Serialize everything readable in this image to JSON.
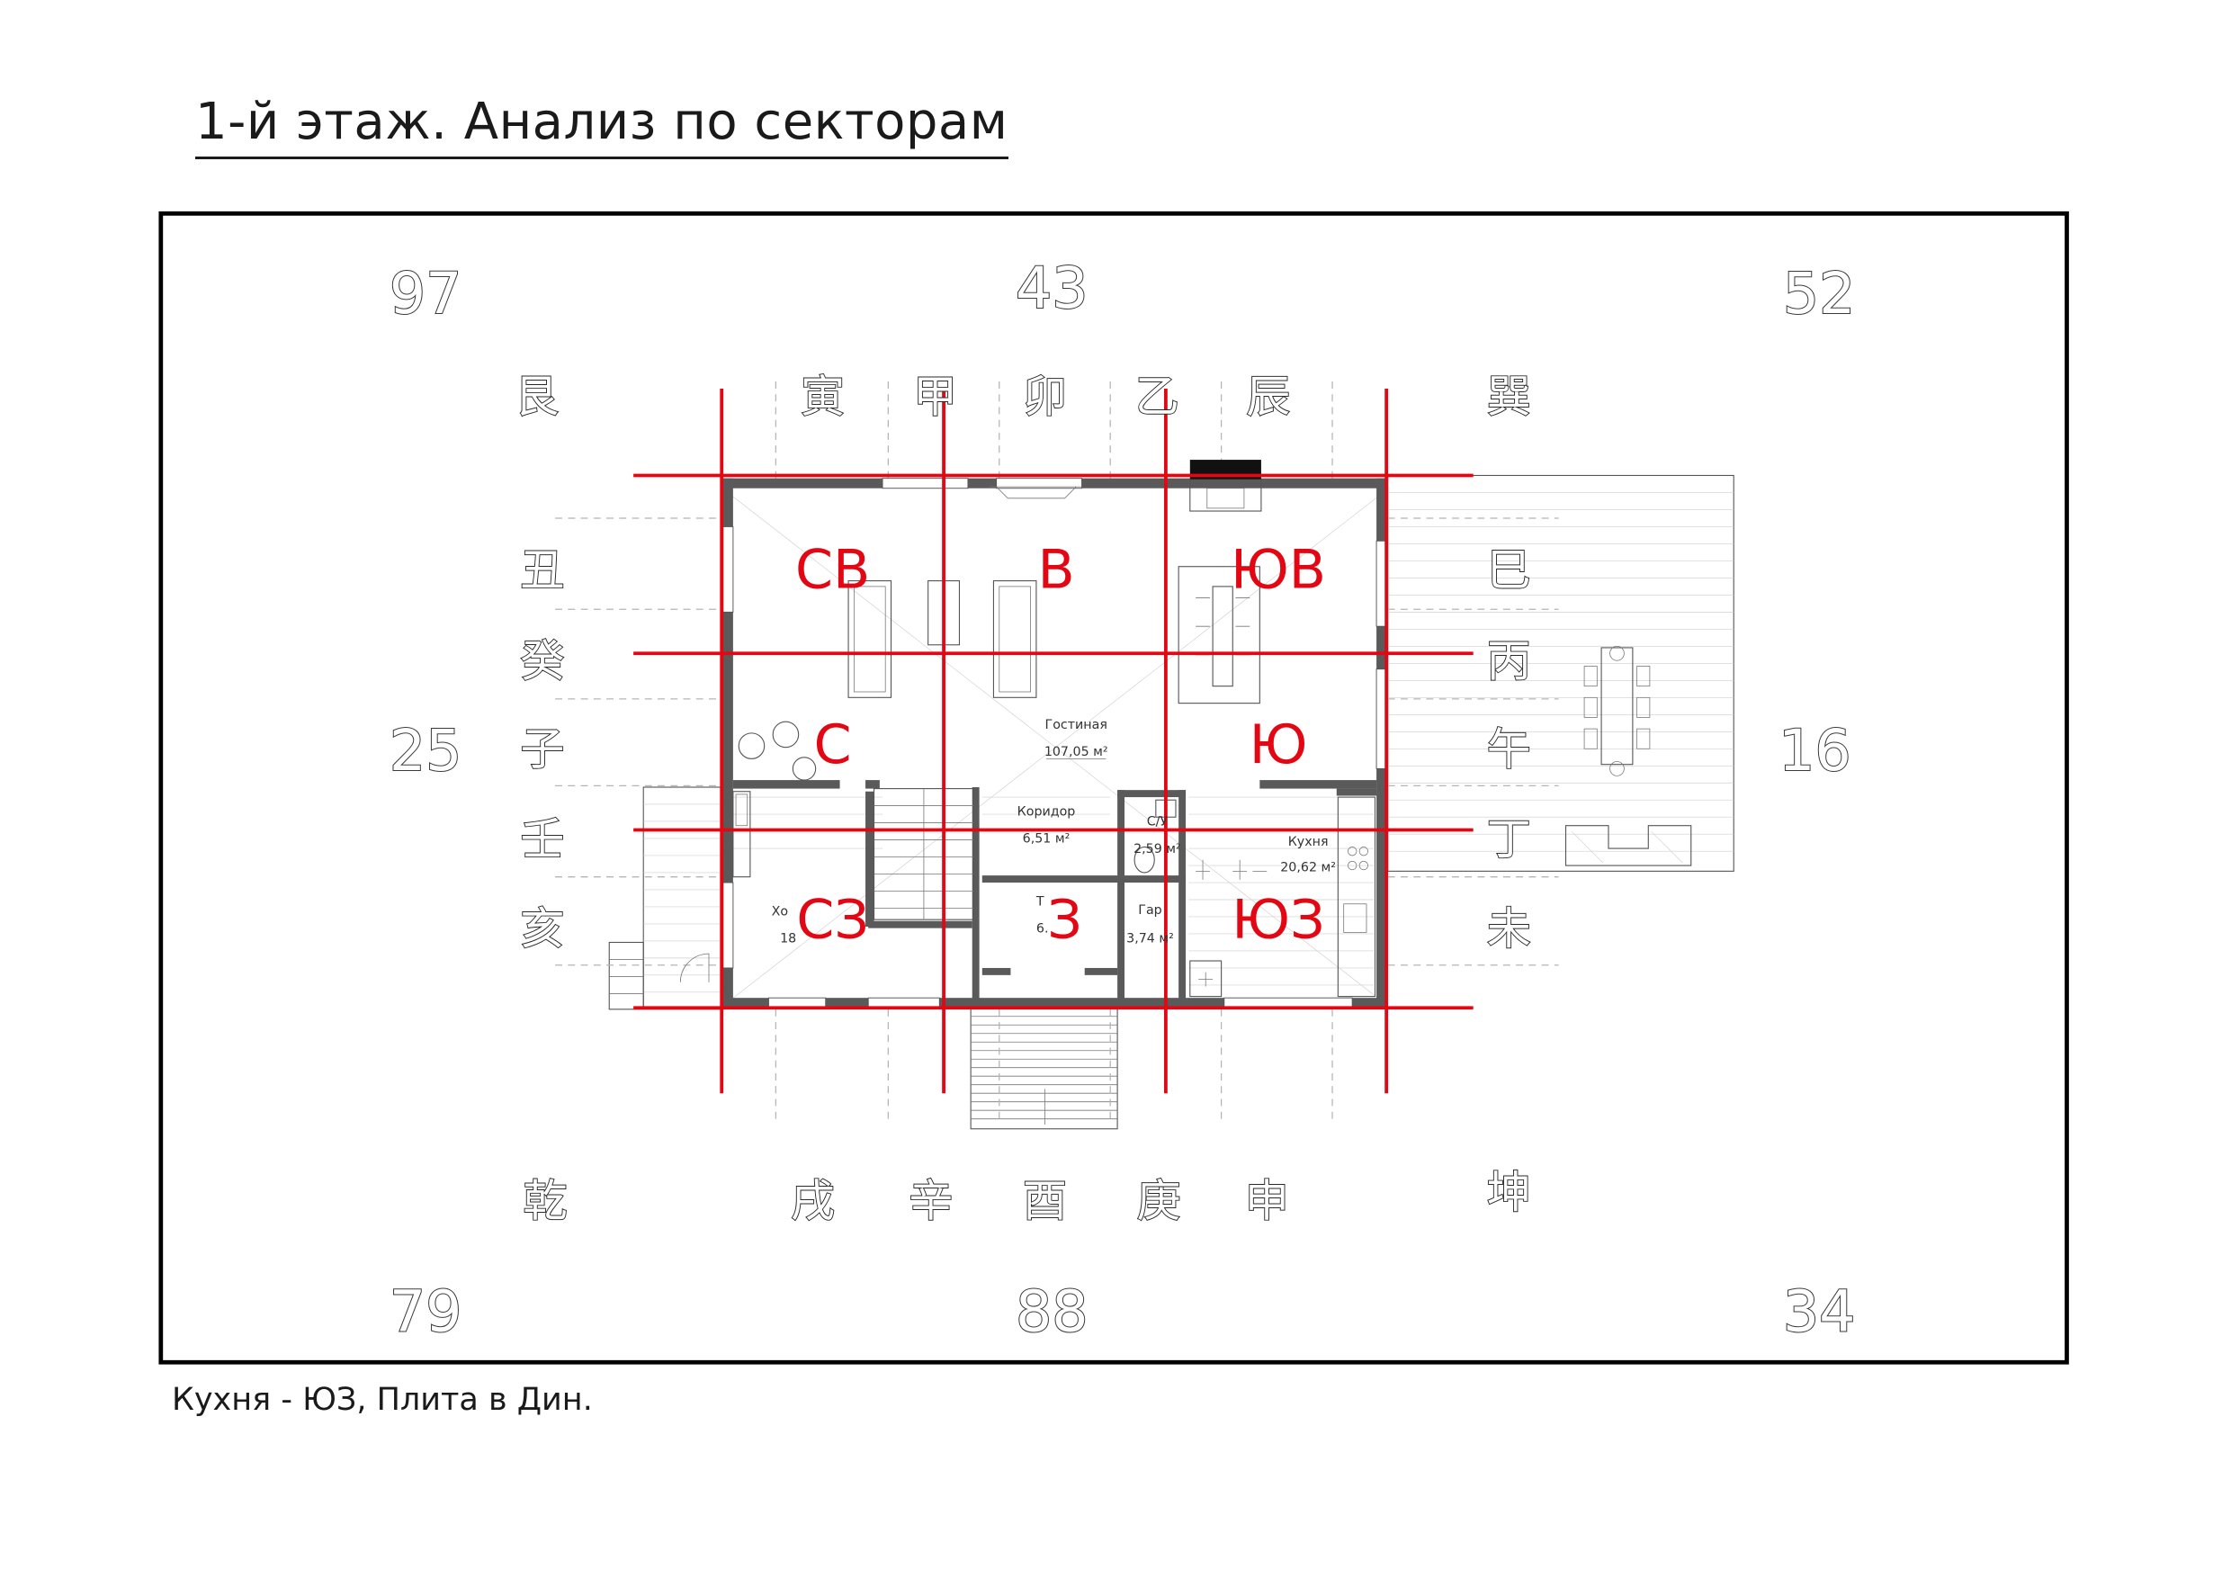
{
  "title": "1-й этаж. Анализ по секторам",
  "footer_note": "Кухня - ЮЗ, Плита в Дин.",
  "colors": {
    "sector_lines": "#e30613",
    "sector_labels": "#e30613",
    "plan_lines": "#5a5a5a",
    "frame": "#000000"
  },
  "corner_numbers": {
    "top_left": "97",
    "top_center": "43",
    "top_right": "52",
    "middle_left": "25",
    "middle_right": "16",
    "bottom_left": "79",
    "bottom_center": "88",
    "bottom_right": "34"
  },
  "mountains": {
    "top": [
      "艮",
      "寅",
      "甲",
      "卯",
      "乙",
      "辰",
      "巽"
    ],
    "bottom": [
      "乾",
      "戌",
      "辛",
      "酉",
      "庚",
      "申",
      "坤"
    ],
    "left": [
      "丑",
      "癸",
      "子",
      "壬",
      "亥"
    ],
    "right": [
      "巳",
      "丙",
      "午",
      "丁",
      "未"
    ]
  },
  "sectors": {
    "nw_top": "СВ",
    "top": "В",
    "ne_top": "ЮВ",
    "left": "С",
    "right": "Ю",
    "bottom_left": "СЗ",
    "bottom": "З",
    "bottom_right": "ЮЗ"
  },
  "rooms": {
    "living": {
      "name": "Гостиная",
      "area": "107,05 м²"
    },
    "corridor": {
      "name": "Коридор",
      "area": "6,51 м²"
    },
    "bathroom": {
      "name": "С/У",
      "area": "2,59 м²"
    },
    "kitchen": {
      "name": "Кухня",
      "area": "20,62 м²"
    },
    "garderobe": {
      "name": "Гар",
      "area": "3,74 м²"
    },
    "hall": {
      "name": "Хо",
      "area": "18"
    },
    "toilet": {
      "name": "Т",
      "area": "6."
    }
  }
}
